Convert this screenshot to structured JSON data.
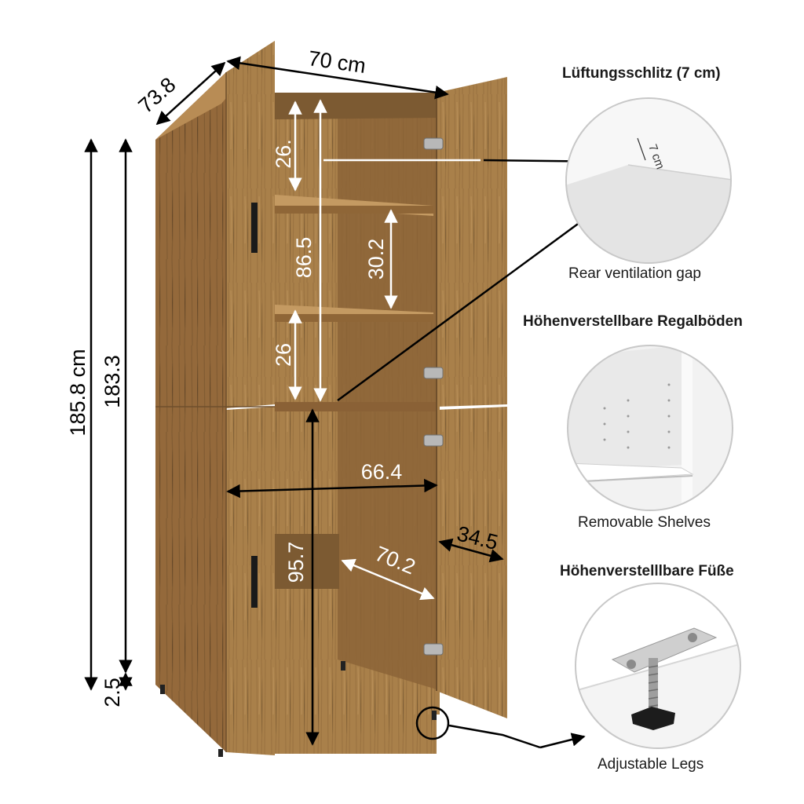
{
  "dimensions": {
    "depth_top": "73.8",
    "width_top": "70 cm",
    "total_height": "185.8 cm",
    "body_height": "183.3",
    "leg_height": "2.5",
    "upper_inner_height": "86.5",
    "top_compartment": "26.",
    "middle_compartment": "30.2",
    "lower_compartment": "26",
    "inner_width": "66.4",
    "lower_inner_height": "95.7",
    "inner_diagonal": "70.2",
    "door_depth": "34.5",
    "vent_gap": "7 cm"
  },
  "features": [
    {
      "title": "Lüftungsschlitz (7 cm)",
      "caption": "Rear ventilation gap"
    },
    {
      "title": "Höhenverstellbare Regalböden",
      "caption": "Removable Shelves"
    },
    {
      "title": "Höhenverstelllbare Füße",
      "caption": "Adjustable Legs"
    }
  ],
  "colors": {
    "wood_light": "#b58a52",
    "wood_mid": "#9c7343",
    "wood_dark": "#7b5832",
    "interior": "#a77d48",
    "arrow_black": "#000000",
    "arrow_white": "#ffffff"
  }
}
